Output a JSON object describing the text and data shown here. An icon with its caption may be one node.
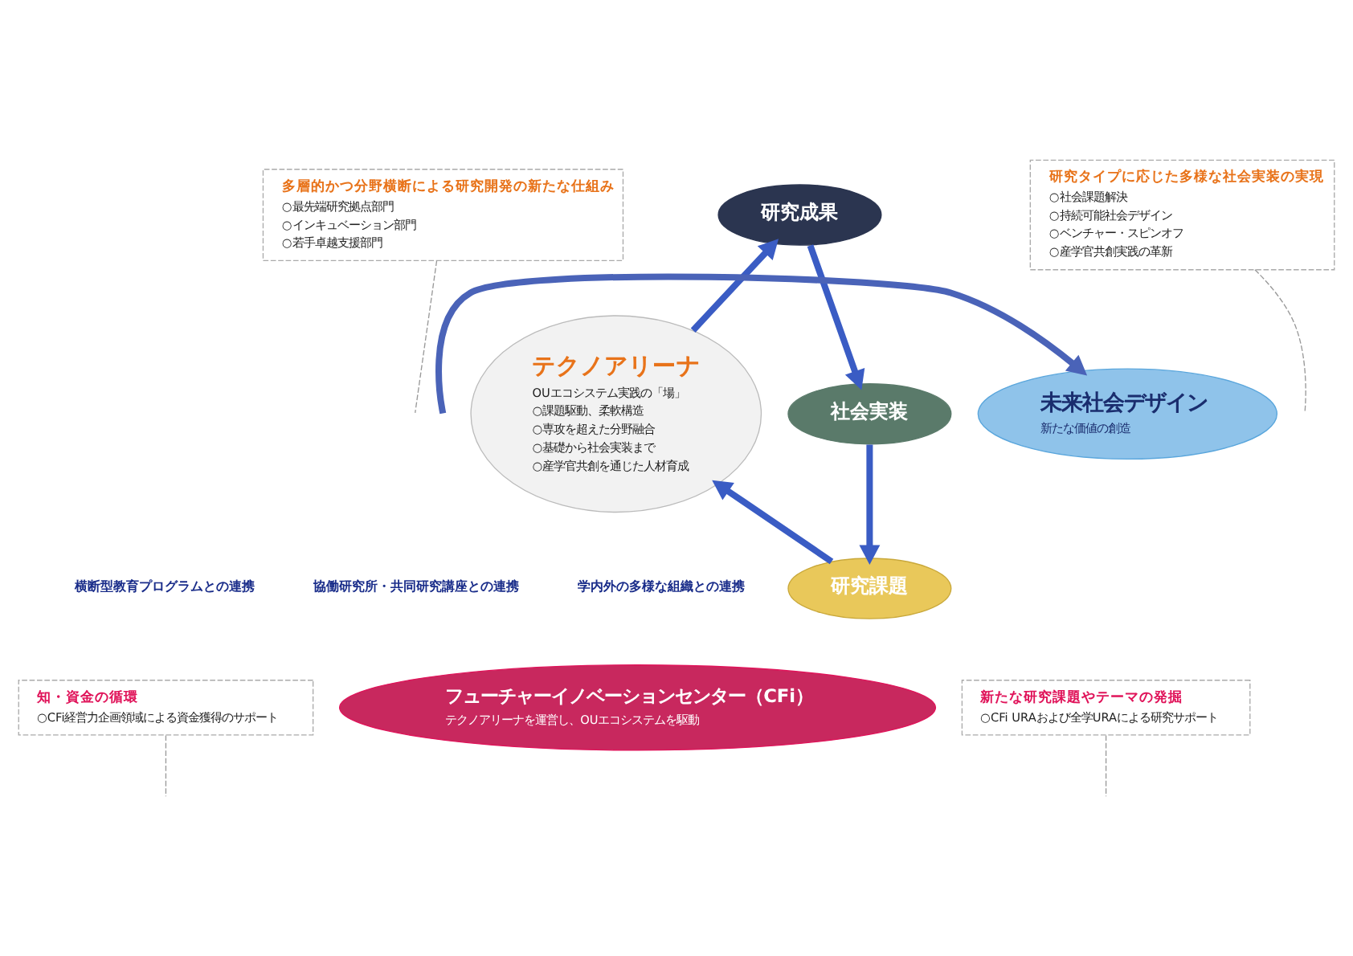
{
  "diagram": {
    "nodes": [
      {
        "text": [
          "多層的かつ分野横断による研究開発の新たな仕組み",
          "○最先端研究拠点部門",
          "○インキュベーション部門",
          "○若手卓越支援部門"
        ]
      },
      {
        "text": [
          "研究成果"
        ]
      },
      {
        "text": [
          "研究タイプに応じた多様な社会実装の実現",
          "○社会課題解決",
          "○持続可能社会デザイン",
          "○ベンチャー・スピンオフ",
          "○産学官共創実践の革新"
        ]
      },
      {
        "text": [
          "テクノアリーナ",
          "OUエコシステム実践の「場」",
          "○課題駆動、柔軟構造",
          "○専攻を超えた分野融合",
          "○基礎から社会実装まで",
          "○産学官共創を通じた人材育成"
        ]
      },
      {
        "text": [
          "社会実装"
        ]
      },
      {
        "text": [
          "未来社会デザイン",
          "新たな価値の創造"
        ]
      },
      {
        "text": [
          "研究課題"
        ]
      },
      {
        "text": [
          "フューチャーイノベーションセンター（CFi）",
          "テクノアリーナを運営し、OUエコシステムを駆動"
        ]
      },
      {
        "text": [
          "知・資金の循環",
          "○CFi経営力企画領域による資金獲得のサポート"
        ]
      },
      {
        "text": [
          "新たな研究課題やテーマの発掘",
          "○CFi URAおよび全学URAによる研究サポート"
        ]
      }
    ],
    "edges": [
      {
        "from": 1,
        "to": 4,
        "arrow": "to",
        "color": "#3a5cc4"
      },
      {
        "from": 4,
        "to": 6,
        "arrow": "to",
        "color": "#3a5cc4"
      },
      {
        "from": 6,
        "to": 3,
        "arrow": "to",
        "color": "#3a5cc4"
      },
      {
        "from": 3,
        "to": 1,
        "arrow": "to",
        "color": "#3a5cc4"
      },
      {
        "from": null,
        "to": 5,
        "arrow": "to",
        "color": "#4a63b8"
      },
      {
        "from": 0,
        "to": null,
        "arrow": "none",
        "style": "dashed",
        "color": "#999999"
      },
      {
        "from": 2,
        "to": null,
        "arrow": "none",
        "style": "dashed",
        "color": "#999999"
      },
      {
        "from": 8,
        "to": null,
        "arrow": "none",
        "style": "dashed",
        "color": "#999999"
      },
      {
        "from": 9,
        "to": null,
        "arrow": "none",
        "style": "dashed",
        "color": "#999999"
      }
    ],
    "labels": [
      "横断型教育プログラムとの連携",
      "協働研究所・共同研究講座との連携",
      "学内外の多様な組織との連携"
    ]
  }
}
